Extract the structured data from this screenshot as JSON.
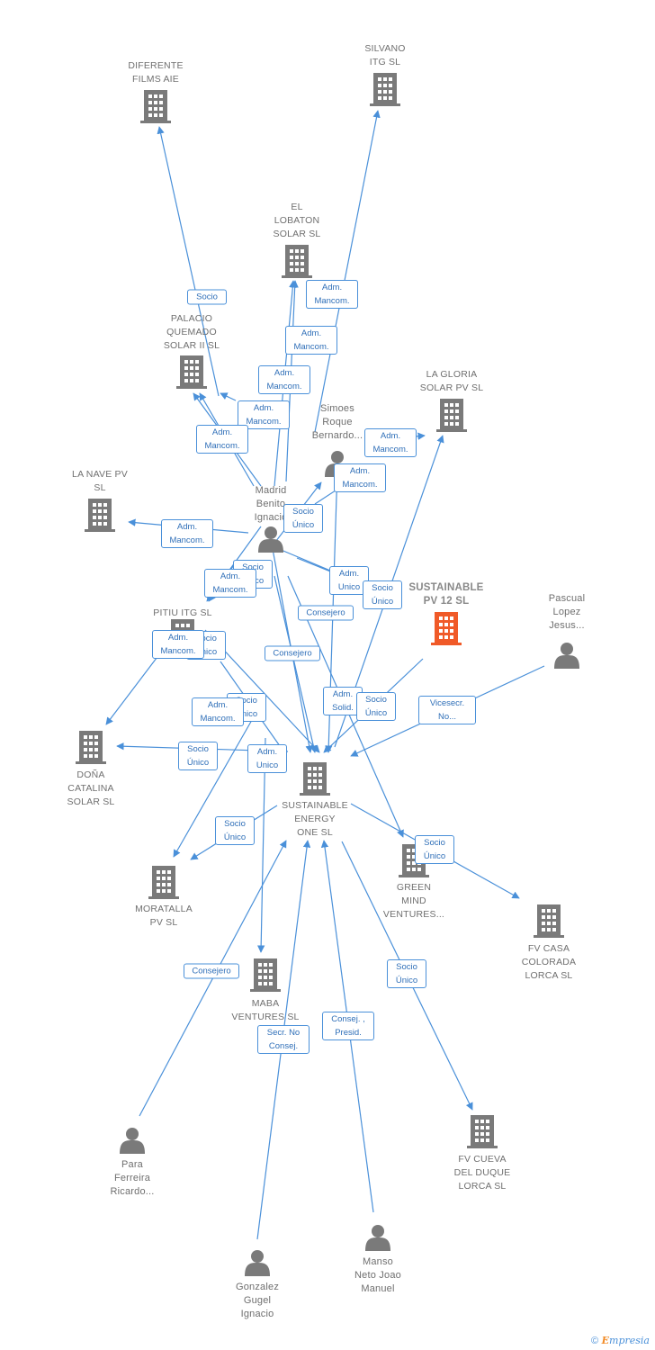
{
  "colors": {
    "edge": "#4a90d9",
    "building": "#7a7a7a",
    "focus": "#f05a28",
    "person": "#7a7a7a"
  },
  "nodes": {
    "diferente": {
      "label": "DIFERENTE\nFILMS  AIE",
      "kind": "company"
    },
    "silvano": {
      "label": "SILVANO\nITG  SL",
      "kind": "company"
    },
    "lobaton": {
      "label": "EL\nLOBATON\nSOLAR  SL",
      "kind": "company"
    },
    "palacio": {
      "label": "PALACIO\nQUEMADO\nSOLAR II  SL",
      "kind": "company"
    },
    "simoes": {
      "label": "Simoes\nRoque\nBernardo...",
      "kind": "person"
    },
    "gloria": {
      "label": "LA GLORIA\nSOLAR PV  SL",
      "kind": "company"
    },
    "lanave": {
      "label": "LA NAVE PV\nSL",
      "kind": "company"
    },
    "madrid": {
      "label": "Madrid\nBenito\nIgnacio",
      "kind": "person"
    },
    "pv12": {
      "label": "SUSTAINABLE\nPV 12  SL",
      "kind": "focus"
    },
    "pascual": {
      "label": "Pascual\nLopez\nJesus...",
      "kind": "person"
    },
    "pitiu": {
      "label": "PITIU ITG  SL",
      "kind": "company"
    },
    "dona": {
      "label": "DOÑA\nCATALINA\nSOLAR  SL",
      "kind": "company"
    },
    "seo": {
      "label": "SUSTAINABLE\nENERGY\nONE  SL",
      "kind": "company"
    },
    "green": {
      "label": "GREEN\nMIND\nVENTURES...",
      "kind": "company"
    },
    "moratalla": {
      "label": "MORATALLA\nPV  SL",
      "kind": "company"
    },
    "fvcasa": {
      "label": "FV CASA\nCOLORADA\nLORCA SL",
      "kind": "company"
    },
    "maba": {
      "label": "MABA\nVENTURES  SL",
      "kind": "company"
    },
    "fvcueva": {
      "label": "FV CUEVA\nDEL DUQUE\nLORCA SL",
      "kind": "company"
    },
    "para": {
      "label": "Para\nFerreira\nRicardo...",
      "kind": "person"
    },
    "manso": {
      "label": "Manso\nNeto Joao\nManuel",
      "kind": "person"
    },
    "gonzalez": {
      "label": "Gonzalez\nGugel\nIgnacio",
      "kind": "person"
    }
  },
  "edge_labels": [
    "Socio",
    "Adm.\nMancom.",
    "Adm.\nMancom.",
    "Adm.\nMancom.",
    "Adm.\nMancom.",
    "Adm.\nMancom.",
    "Adm.\nMancom.",
    "Adm.\nMancom.",
    "Socio\nÚnico",
    "Adm.\nMancom.",
    "Adm.\nMancom.",
    "Socio\nÚnico",
    "Adm.\nUnico",
    "Socio\nÚnico",
    "Consejero",
    "Adm.\nMancom.",
    "Socio\nÚnico",
    "Consejero",
    "Adm.\nSolid.",
    "Socio\nÚnico",
    "Vicesecr.\nNo...",
    "Adm.\nMancom.",
    "Socio\nÚnico",
    "Socio\nÚnico",
    "Adm.\nUnico",
    "Socio\nÚnico",
    "Socio\nÚnico",
    "Consejero",
    "Socio\nÚnico",
    "Consej. ,\nPresid.",
    "Secr.  No\nConsej.",
    "Adm.\nMancom."
  ],
  "footer": {
    "copyright": "©",
    "brand_first": "E",
    "brand_rest": "mpresia"
  }
}
